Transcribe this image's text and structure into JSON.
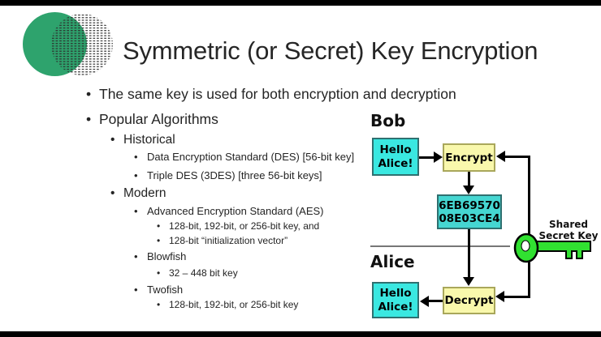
{
  "slide": {
    "title": "Symmetric (or Secret) Key Encryption",
    "bullets": [
      {
        "level": 1,
        "text": "The same key is used for both encryption and decryption"
      },
      {
        "level": 1,
        "text": "Popular Algorithms"
      },
      {
        "level": 2,
        "text": "Historical"
      },
      {
        "level": 3,
        "text": "Data Encryption Standard (DES) [56-bit key]"
      },
      {
        "level": 3,
        "text": "Triple DES (3DES)  [three 56-bit keys]"
      },
      {
        "level": 2,
        "text": "Modern"
      },
      {
        "level": 3,
        "text": "Advanced Encryption Standard (AES)"
      },
      {
        "level": 4,
        "text": "128-bit, 192-bit, or 256-bit key, and"
      },
      {
        "level": 4,
        "text": "128-bit “initialization vector”"
      },
      {
        "level": 3,
        "text": "Blowfish"
      },
      {
        "level": 4,
        "text": "32 – 448 bit key"
      },
      {
        "level": 3,
        "text": "Twofish"
      },
      {
        "level": 4,
        "text": "128-bit, 192-bit, or 256-bit key"
      }
    ]
  },
  "diagram": {
    "sender_label": "Bob",
    "receiver_label": "Alice",
    "plaintext_sender": "Hello\nAlice!",
    "plaintext_receiver": "Hello\nAlice!",
    "encrypt_label": "Encrypt",
    "decrypt_label": "Decrypt",
    "ciphertext": "6EB69570\n08E03CE4",
    "shared_key_label": "Shared\nSecret Key",
    "colors": {
      "plaintext_fill": "#3ae8e1",
      "ciphertext_fill": "#45d6d1",
      "process_fill": "#f9f8ac",
      "process_border": "#a9a75b",
      "key_green": "#31e131",
      "logo_green": "#2ea36d"
    }
  }
}
